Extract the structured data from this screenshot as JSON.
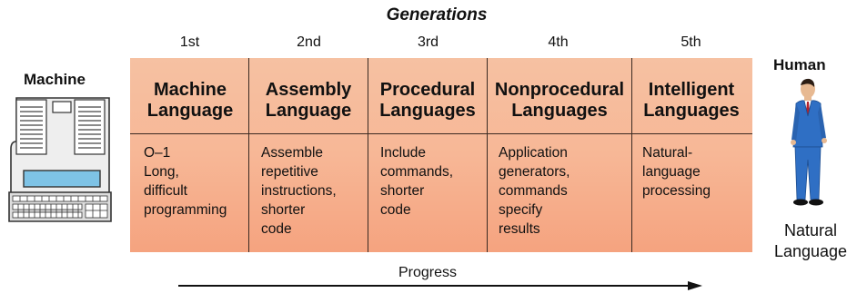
{
  "title": "Generations",
  "generations": [
    {
      "ordinal": "1st",
      "name": "Machine\nLanguage",
      "description": "O–1\nLong,\ndifficult\nprogramming"
    },
    {
      "ordinal": "2nd",
      "name": "Assembly\nLanguage",
      "description": "Assemble\nrepetitive\ninstructions,\nshorter\ncode"
    },
    {
      "ordinal": "3rd",
      "name": "Procedural\nLanguages",
      "description": "Include\ncommands,\nshorter\ncode"
    },
    {
      "ordinal": "4th",
      "name": "Nonprocedural\nLanguages",
      "description": "Application\ngenerators,\ncommands\nspecify\nresults"
    },
    {
      "ordinal": "5th",
      "name": "Intelligent\nLanguages",
      "description": "Natural-\nlanguage\nprocessing"
    }
  ],
  "left_label": "Machine",
  "right_label": "Human",
  "right_caption": "Natural\nLanguage",
  "progress_label": "Progress",
  "colors": {
    "panel": "#f7b796",
    "divider": "#3a2a22",
    "suit": "#2f6fc4"
  },
  "icons": {
    "left": "computer-terminal-icon",
    "right": "businessman-icon",
    "progress": "arrow-right-icon"
  }
}
